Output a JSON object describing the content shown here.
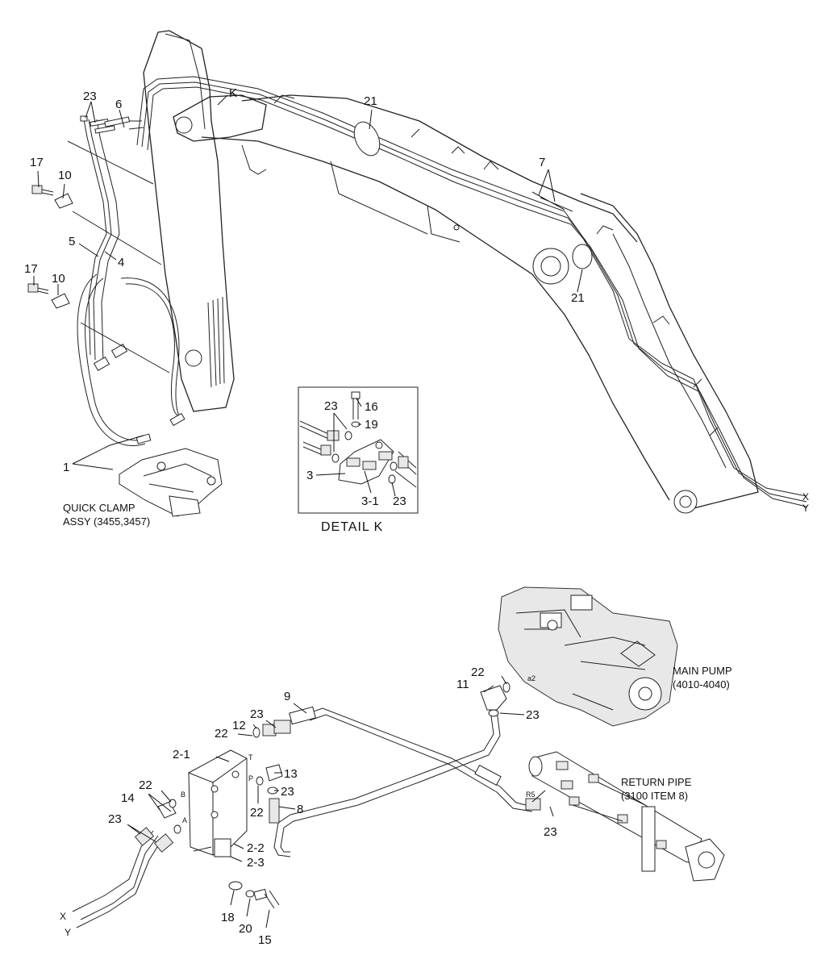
{
  "callouts": {
    "c23a": "23",
    "c6": "6",
    "cK": "K",
    "c21a": "21",
    "c7": "7",
    "c17a": "17",
    "c10a": "10",
    "c5": "5",
    "c4": "4",
    "c17b": "17",
    "c10b": "10",
    "c21b": "21",
    "c1": "1",
    "c23b": "23",
    "c16": "16",
    "c19": "19",
    "c3": "3",
    "c31": "3-1",
    "c23c": "23",
    "cX1": "X",
    "cY1": "Y",
    "c9": "9",
    "c11": "11",
    "c22a": "22",
    "ca2": "a2",
    "c23d": "23",
    "c12": "12",
    "c23e": "23",
    "c22b": "22",
    "cT": "T",
    "c21": "2-1",
    "c13": "13",
    "cP": "P",
    "c23f": "23",
    "c22c": "22",
    "c8": "8",
    "c14": "14",
    "c22d": "22",
    "cB": "B",
    "cA": "A",
    "c23g": "23",
    "c22e": "2-2",
    "c23h": "2-3",
    "cR5": "R5",
    "c23i": "23",
    "c18": "18",
    "c20": "20",
    "c15": "15",
    "cX2": "X",
    "cY2": "Y"
  },
  "captions": {
    "quick_clamp_1": "QUICK CLAMP",
    "quick_clamp_2": "ASSY (3455,3457)",
    "detail": "DETAIL  K",
    "main_pump_1": "MAIN PUMP",
    "main_pump_2": "(4010-4040)",
    "return_pipe_1": "RETURN PIPE",
    "return_pipe_2": "(3100 ITEM 8)"
  }
}
